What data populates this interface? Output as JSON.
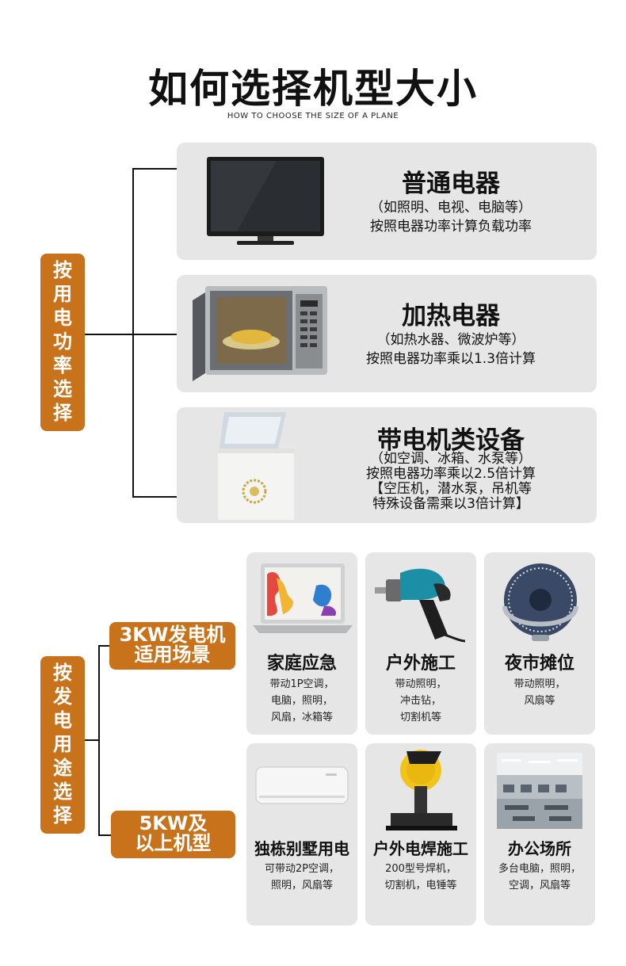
{
  "header": {
    "title": "如何选择机型大小",
    "subtitle": "HOW TO CHOOSE THE SIZE OF A PLANE"
  },
  "section_power": {
    "label": [
      "按",
      "用",
      "电",
      "功",
      "率",
      "选",
      "择"
    ],
    "items": [
      {
        "icon": "tv-icon",
        "title": "普通电器",
        "desc": [
          "（如照明、电视、电脑等）",
          "按照电器功率计算负载功率"
        ]
      },
      {
        "icon": "microwave-icon",
        "title": "加热电器",
        "desc": [
          "（如热水器、微波炉等）",
          "按照电器功率乘以1.3倍计算"
        ]
      },
      {
        "icon": "freezer-icon",
        "title": "带电机类设备",
        "desc": [
          "（如空调、冰箱、水泵等）",
          "按照电器功率乘以2.5倍计算",
          "【空压机，潜水泵，吊机等",
          "特殊设备需乘以3倍计算】"
        ]
      }
    ]
  },
  "section_usage": {
    "label": [
      "按",
      "发",
      "电",
      "用",
      "途",
      "选",
      "择"
    ],
    "tiers": [
      {
        "tag": [
          "3KW发电机",
          "适用场景"
        ],
        "tiles": [
          {
            "icon": "laptop-icon",
            "title": "家庭应急",
            "desc": [
              "带动1P空调，",
              "电脑，照明，",
              "风扇，冰箱等"
            ]
          },
          {
            "icon": "drill-icon",
            "title": "户外施工",
            "desc": [
              "带动照明，",
              "冲击钻，",
              "切割机等"
            ]
          },
          {
            "icon": "fan-icon",
            "title": "夜市摊位",
            "desc": [
              "带动照明，",
              "风扇等"
            ]
          }
        ]
      },
      {
        "tag": [
          "5KW及",
          "以上机型"
        ],
        "tiles": [
          {
            "icon": "air-conditioner-icon",
            "title": "独栋别墅用电",
            "desc": [
              "可带动2P空调，",
              "照明，风扇等"
            ]
          },
          {
            "icon": "cutoff-saw-icon",
            "title": "户外电焊施工",
            "desc": [
              "200型号焊机，",
              "切割机，电锤等"
            ]
          },
          {
            "icon": "office-icon",
            "title": "办公场所",
            "desc": [
              "多台电脑，照明，",
              "空调，风扇等"
            ]
          }
        ]
      }
    ]
  },
  "colors": {
    "accent": "#c8731b",
    "card": "#e6e6e6"
  }
}
